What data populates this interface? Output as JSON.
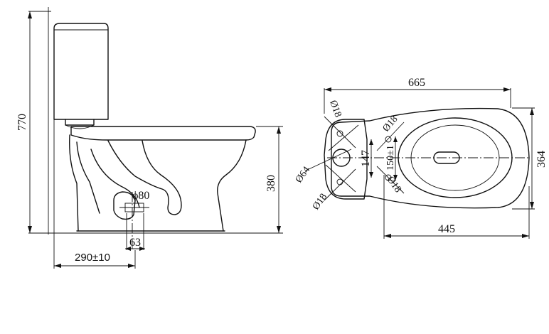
{
  "dimensions": {
    "total_height": "770",
    "bowl_height": "380",
    "wall_distance": "290±10",
    "outlet_diameter": "ϕ80",
    "outlet_width": "63",
    "overall_length": "665",
    "bowl_length": "445",
    "overall_width": "364",
    "fixing_hole_top_left": "Ø18",
    "fixing_hole_top_right": "Ø18",
    "fixing_hole_bottom_left": "Ø18",
    "fixing_hole_bottom_right": "Ø18",
    "inlet_diameter": "Ø64",
    "hole_spacing": "147",
    "bolt_spacing": "150±1"
  }
}
